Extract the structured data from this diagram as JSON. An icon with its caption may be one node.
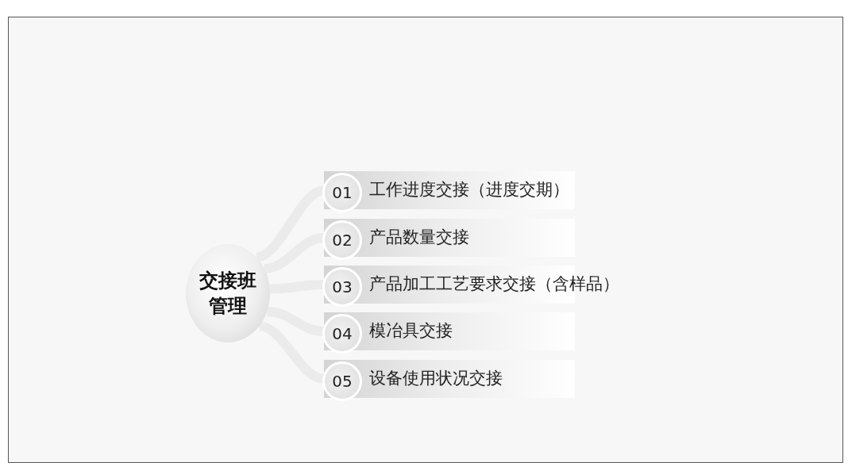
{
  "diagram": {
    "nodes": [
      {
        "text": [
          "交接班管理"
        ]
      },
      {
        "text": [
          "工作进度交接（进度交期）"
        ]
      },
      {
        "text": [
          "01"
        ],
        "in": 1
      },
      {
        "text": [
          "产品数量交接"
        ]
      },
      {
        "text": [
          "02"
        ],
        "in": 3
      },
      {
        "text": [
          "产品加工工艺要求交接（含样品）"
        ]
      },
      {
        "text": [
          "03"
        ],
        "in": 5
      },
      {
        "text": [
          "模冶具交接"
        ]
      },
      {
        "text": [
          "04"
        ],
        "in": 7
      },
      {
        "text": [
          "设备使用状况交接"
        ]
      },
      {
        "text": [
          "05"
        ],
        "in": 9
      }
    ],
    "edges": [
      {
        "from": 0,
        "to": 1,
        "arrow": "none"
      },
      {
        "from": 0,
        "to": 3,
        "arrow": "none"
      },
      {
        "from": 0,
        "to": 5,
        "arrow": "none"
      },
      {
        "from": 0,
        "to": 7,
        "arrow": "none"
      },
      {
        "from": 0,
        "to": 9,
        "arrow": "none"
      }
    ]
  }
}
